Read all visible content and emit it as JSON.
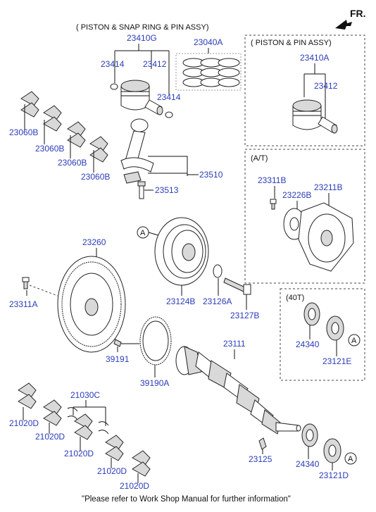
{
  "diagram": {
    "direction_label": "FR.",
    "footer_note": "\"Please refer to Work Shop Manual for further information\"",
    "groups": {
      "piston_snap_ring_pin_assy": "( PISTON & SNAP RING & PIN ASSY)",
      "piston_pin_assy": "( PISTON & PIN ASSY)",
      "at_box": "(A/T)",
      "40t_box": "(40T)"
    },
    "reference_marker": "A",
    "parts": {
      "p23410G": "23410G",
      "p23040A": "23040A",
      "p23414_a": "23414",
      "p23412_a": "23412",
      "p23414_b": "23414",
      "p23410A": "23410A",
      "p23412_b": "23412",
      "p23060B_1": "23060B",
      "p23060B_2": "23060B",
      "p23060B_3": "23060B",
      "p23060B_4": "23060B",
      "p23510": "23510",
      "p23513": "23513",
      "p23311B": "23311B",
      "p23226B": "23226B",
      "p23211B": "23211B",
      "p23260": "23260",
      "p23311A": "23311A",
      "p23124B": "23124B",
      "p23126A": "23126A",
      "p23127B": "23127B",
      "p24340_a": "24340",
      "p23121E": "23121E",
      "p39191": "39191",
      "p39190A": "39190A",
      "p23111": "23111",
      "p21030C": "21030C",
      "p21020D_1": "21020D",
      "p21020D_2": "21020D",
      "p21020D_3": "21020D",
      "p21020D_4": "21020D",
      "p21020D_5": "21020D",
      "p23125": "23125",
      "p24340_b": "24340",
      "p23121D": "23121D"
    },
    "colors": {
      "part_number": "#2a3cb8",
      "line": "#111111"
    }
  }
}
